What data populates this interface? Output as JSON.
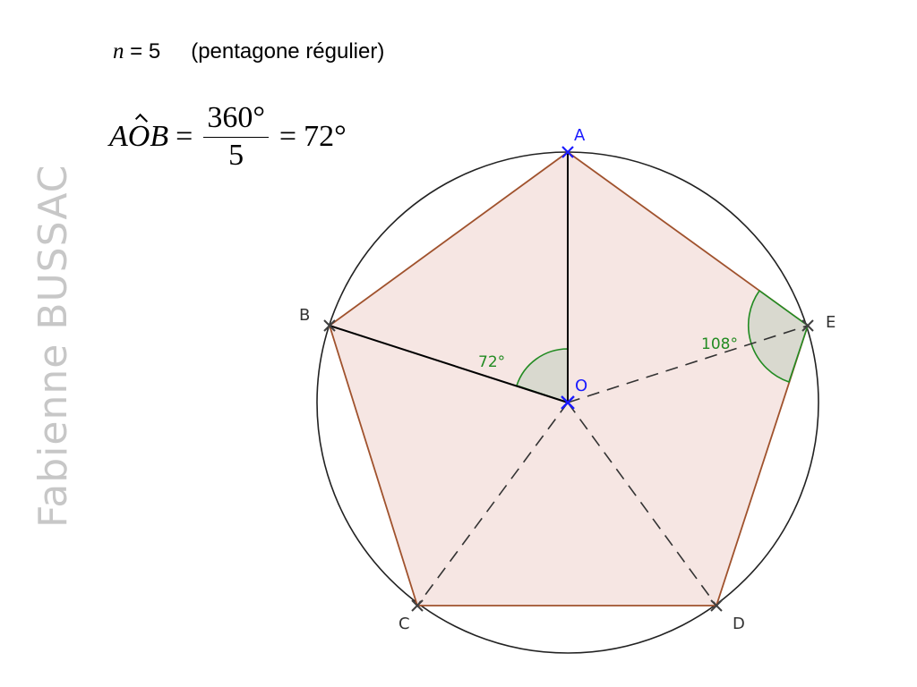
{
  "header": {
    "variable": "n",
    "equals_value": " = 5",
    "description": "(pentagone régulier)"
  },
  "formula": {
    "angle_a": "A",
    "angle_o": "O",
    "angle_b": "B",
    "equals": "=",
    "numerator": "360°",
    "denominator": "5",
    "equals2": "=",
    "result": "72°"
  },
  "watermark": "Fabienne BUSSAC",
  "diagram": {
    "points": {
      "A": "A",
      "B": "B",
      "C": "C",
      "D": "D",
      "E": "E",
      "O": "O"
    },
    "angle_aob": "72°",
    "angle_interior_e": "108°",
    "colors": {
      "pentagon_fill": "#f6e6e3",
      "pentagon_stroke": "#a0522d",
      "angle_stroke": "#228b22",
      "angle_fill": "#d9d9cf",
      "point_blue": "#1a1aff",
      "point_dark": "#404040",
      "circle": "#222222"
    }
  }
}
